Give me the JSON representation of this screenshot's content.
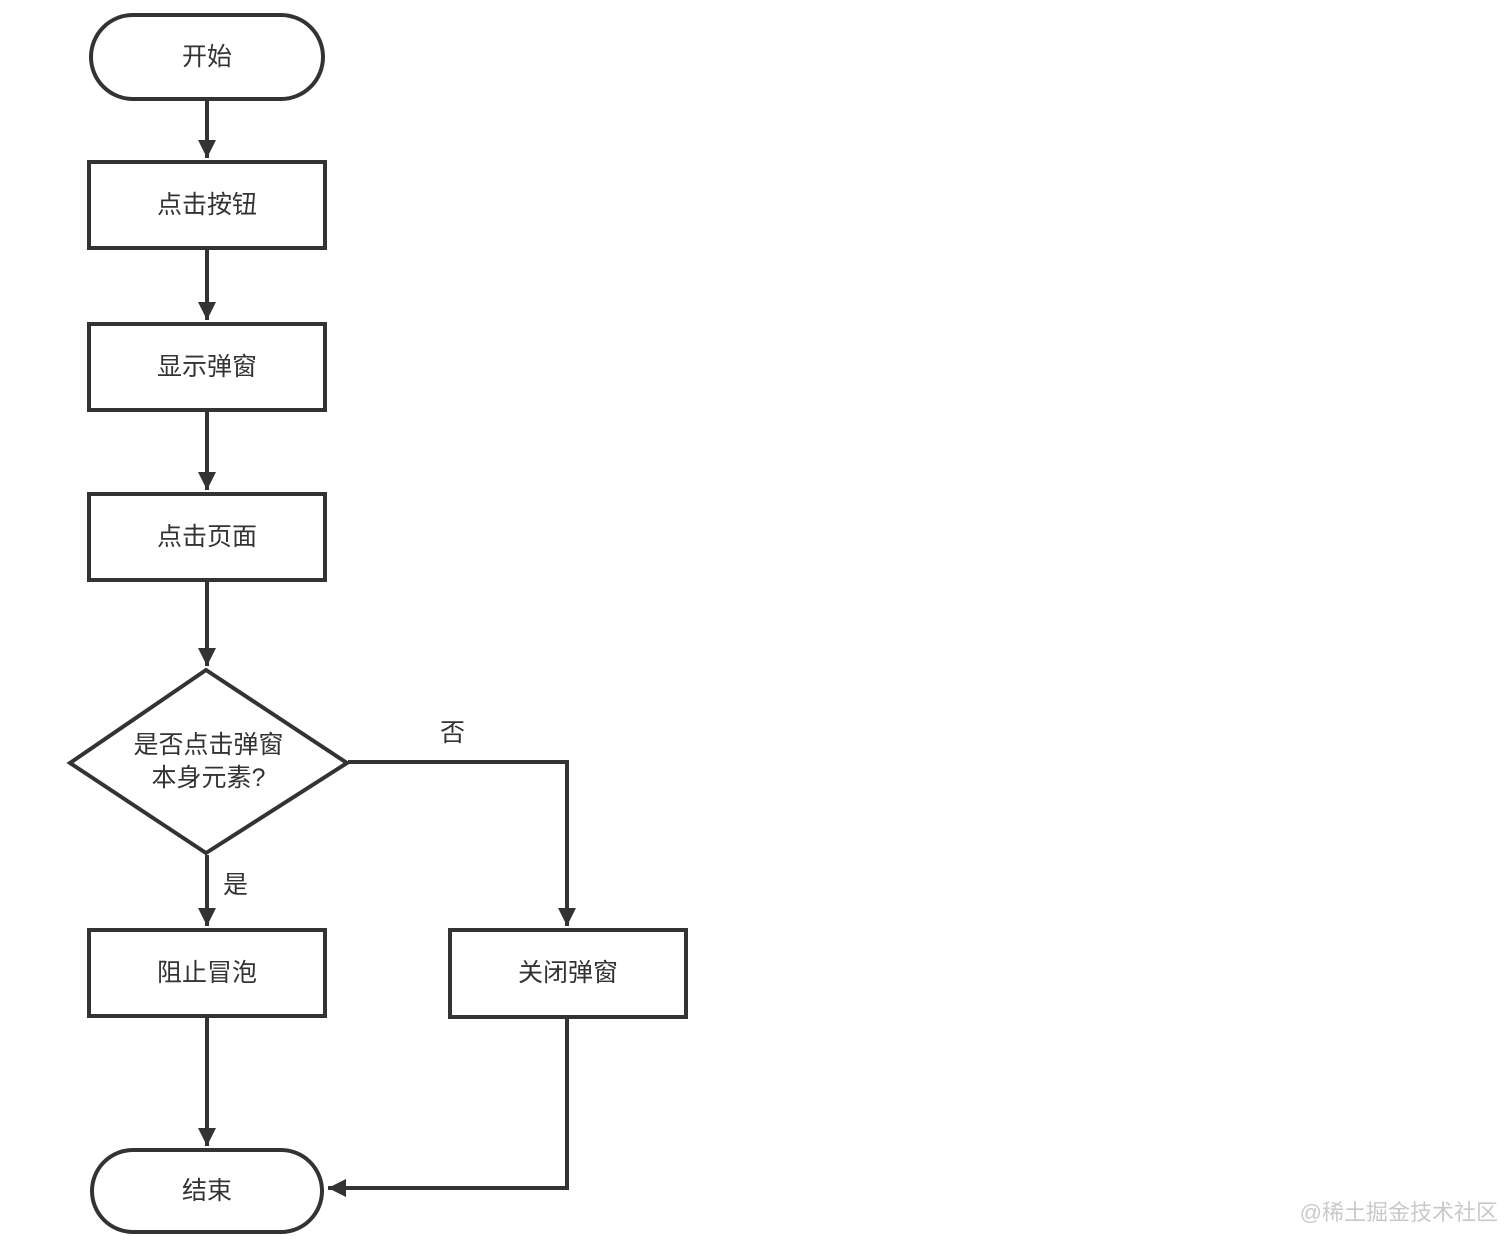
{
  "diagram": {
    "type": "flowchart",
    "nodes": {
      "start": {
        "label": "开始",
        "shape": "terminator"
      },
      "click_button": {
        "label": "点击按钮",
        "shape": "process"
      },
      "show_popup": {
        "label": "显示弹窗",
        "shape": "process"
      },
      "click_page": {
        "label": "点击页面",
        "shape": "process"
      },
      "decision": {
        "line1": "是否点击弹窗",
        "line2": "本身元素?",
        "shape": "decision"
      },
      "stop_bubbling": {
        "label": "阻止冒泡",
        "shape": "process"
      },
      "close_popup": {
        "label": "关闭弹窗",
        "shape": "process"
      },
      "end": {
        "label": "结束",
        "shape": "terminator"
      }
    },
    "edges": {
      "yes_label": "是",
      "no_label": "否"
    },
    "colors": {
      "stroke": "#333333",
      "node_fill": "#ffffff",
      "text": "#333333",
      "watermark": "#c9c9c9"
    }
  },
  "watermark": {
    "text": "@稀土掘金技术社区"
  }
}
